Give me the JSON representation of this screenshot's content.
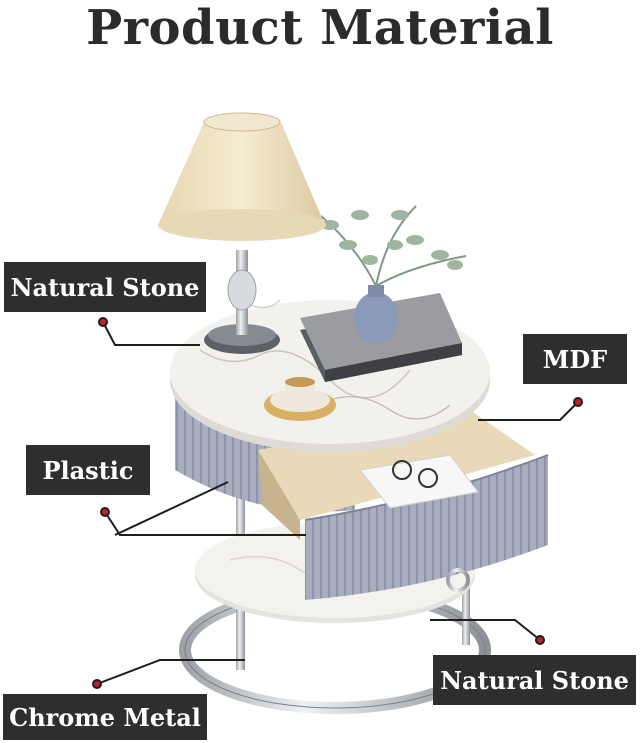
{
  "title": "Product Material",
  "labels": {
    "top_stone": "Natural Stone",
    "mdf": "MDF",
    "plastic": "Plastic",
    "bottom_stone": "Natural Stone",
    "chrome": "Chrome Metal"
  },
  "colors": {
    "label_bg": "#2e2e2e",
    "label_text": "#ffffff",
    "drawer_gray": "#a7abbd",
    "marble": "#f2f0ee",
    "chrome": "#c9cbcf",
    "lamp_shade": "#efe2c2"
  }
}
